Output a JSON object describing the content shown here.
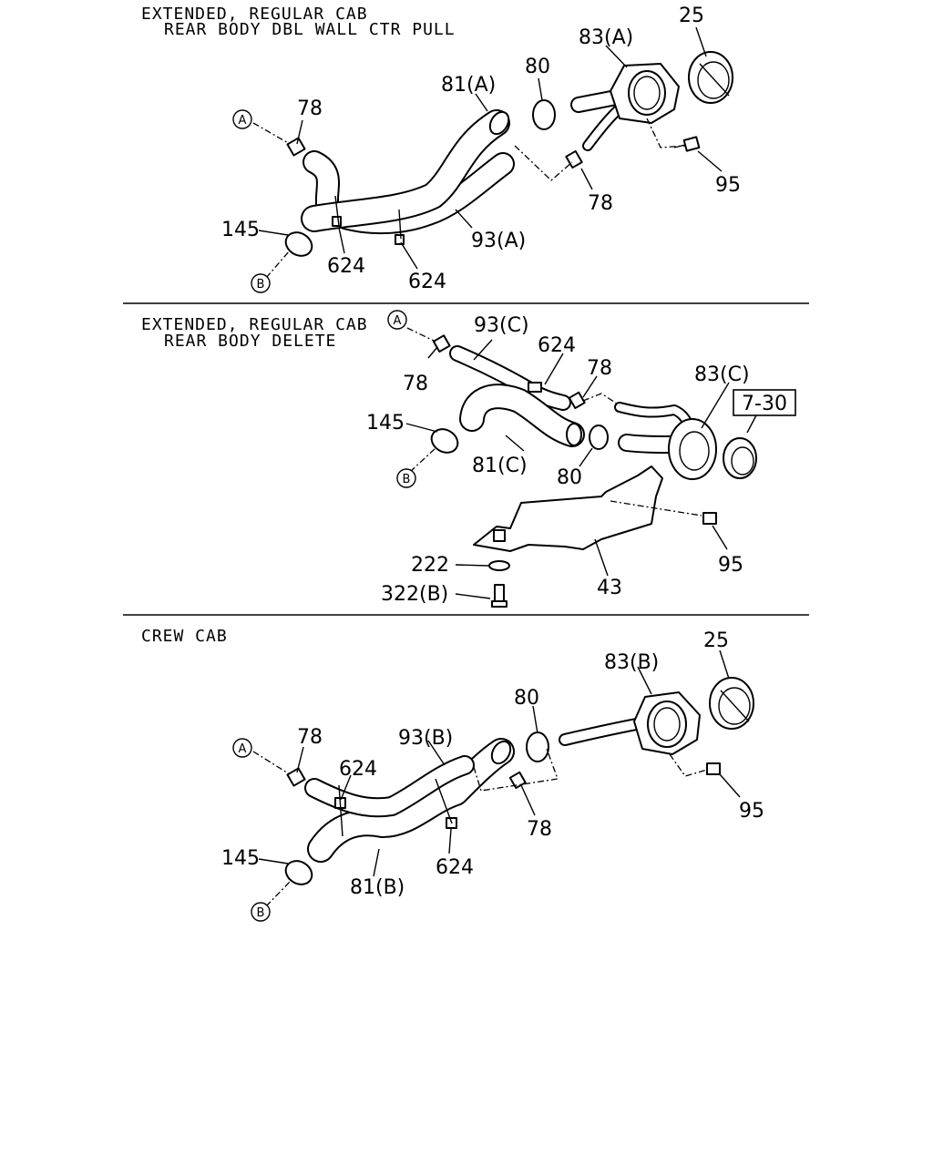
{
  "sections": [
    {
      "heading_lines": [
        "EXTENDED, REGULAR CAB",
        "REAR BODY DBL WALL CTR PULL"
      ],
      "callouts": {
        "p25": "25",
        "p83": "83(A)",
        "p80": "80",
        "p81": "81(A)",
        "p78a": "78",
        "p78b": "78",
        "p95": "95",
        "p93": "93(A)",
        "p145": "145",
        "p624a": "624",
        "p624b": "624",
        "refA": "A",
        "refB": "B"
      }
    },
    {
      "heading_lines": [
        "EXTENDED, REGULAR CAB",
        "REAR BODY DELETE"
      ],
      "callouts": {
        "p93": "93(C)",
        "p624": "624",
        "p78a": "78",
        "p78b": "78",
        "p83": "83(C)",
        "ref730": "7-30",
        "p145": "145",
        "p81": "81(C)",
        "p80": "80",
        "p95": "95",
        "p222": "222",
        "p322": "322(B)",
        "p43": "43",
        "refA": "A",
        "refB": "B"
      }
    },
    {
      "heading_lines": [
        "CREW CAB"
      ],
      "callouts": {
        "p25": "25",
        "p83": "83(B)",
        "p80": "80",
        "p93": "93(B)",
        "p78a": "78",
        "p78b": "78",
        "p624a": "624",
        "p624b": "624",
        "p95": "95",
        "p145": "145",
        "p81": "81(B)",
        "refA": "A",
        "refB": "B"
      }
    }
  ]
}
